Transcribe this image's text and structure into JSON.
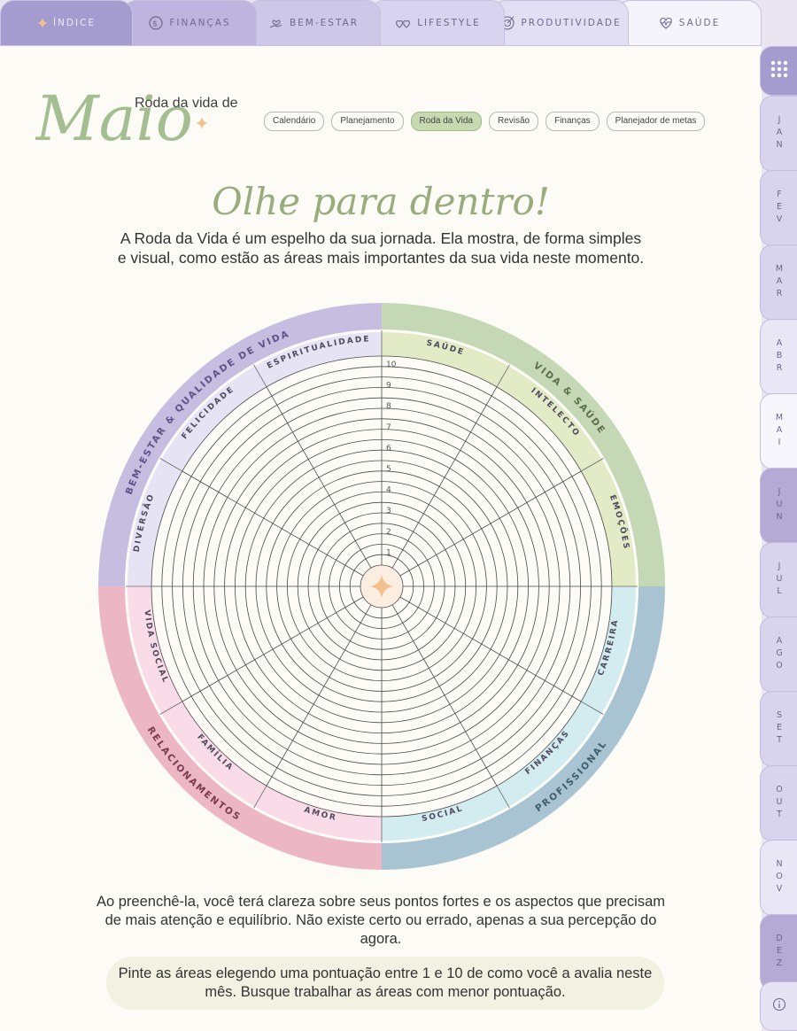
{
  "top_tabs": [
    {
      "label": "ÍNDICE",
      "icon": "sparkle-icon",
      "bg": "#a49ccf",
      "color": "#efeaff"
    },
    {
      "label": "FINANÇAS",
      "icon": "money-icon",
      "bg": "#bdb5e0",
      "color": "#5f5a80"
    },
    {
      "label": "BEM-ESTAR",
      "icon": "hand-heart-icon",
      "bg": "#cdc7e8",
      "color": "#5f5a80"
    },
    {
      "label": "LIFESTYLE",
      "icon": "hearts-icon",
      "bg": "#d8d3ee",
      "color": "#5f5a80"
    },
    {
      "label": "PRODUTIVIDADE",
      "icon": "target-icon",
      "bg": "#e2def3",
      "color": "#5f5a80"
    },
    {
      "label": "SAÚDE",
      "icon": "heartbeat-icon",
      "bg": "#f5f3fb",
      "color": "#5f5a80"
    }
  ],
  "side_tabs": [
    {
      "label": "MENU",
      "icon": "grid-icon"
    },
    {
      "label": "JAN"
    },
    {
      "label": "FEV"
    },
    {
      "label": "MAR"
    },
    {
      "label": "ABR"
    },
    {
      "label": "MAI"
    },
    {
      "label": "JUN"
    },
    {
      "label": "JUL"
    },
    {
      "label": "AGO"
    },
    {
      "label": "SET"
    },
    {
      "label": "OUT"
    },
    {
      "label": "NOV"
    },
    {
      "label": "DEZ"
    },
    {
      "label": "INFO",
      "icon": "info-icon"
    }
  ],
  "header": {
    "script_title": "Maio",
    "title": "Roda da vida de"
  },
  "nav_pills": [
    "Calendário",
    "Planejamento",
    "Roda da Vida",
    "Revisão",
    "Finanças",
    "Planejador de metas"
  ],
  "active_pill": "Roda da Vida",
  "headline": "Olhe para dentro!",
  "intro": "A Roda da Vida é um espelho da sua jornada. Ela mostra, de forma simples e visual, como estão as áreas mais importantes da sua vida neste momento.",
  "wheel": {
    "scale": [
      "1",
      "2",
      "3",
      "4",
      "5",
      "6",
      "7",
      "8",
      "9",
      "10"
    ],
    "groups": [
      {
        "label": "VIDA & SAÚDE",
        "color": "#c5d8b5",
        "text_color": "#5b6f4b"
      },
      {
        "label": "PROFISSIONAL",
        "color": "#a8c4d2",
        "text_color": "#3f5d6c"
      },
      {
        "label": "RELACIONAMENTOS",
        "color": "#ecb6c5",
        "text_color": "#7a3a4e"
      },
      {
        "label": "BEM-ESTAR & QUALIDADE DE VIDA",
        "color": "#c6bde0",
        "text_color": "#5e5488"
      }
    ],
    "areas": [
      {
        "label": "SAÚDE",
        "color": "#e2ebc5"
      },
      {
        "label": "INTELECTO",
        "color": "#e2ebc5"
      },
      {
        "label": "EMOÇÕES",
        "color": "#e2ebc5"
      },
      {
        "label": "CARREIRA",
        "color": "#d2ecef"
      },
      {
        "label": "FINANÇAS",
        "color": "#d2ecef"
      },
      {
        "label": "SOCIAL",
        "color": "#d2ecef"
      },
      {
        "label": "AMOR",
        "color": "#fadce8"
      },
      {
        "label": "FAMÍLIA",
        "color": "#fadce8"
      },
      {
        "label": "VIDA SOCIAL",
        "color": "#fadce8"
      },
      {
        "label": "DIVERSÃO",
        "color": "#e6e3f4"
      },
      {
        "label": "FELICIDADE",
        "color": "#e6e3f4"
      },
      {
        "label": "ESPIRITUALIDADE",
        "color": "#e6e3f4"
      }
    ]
  },
  "outro": "Ao preenchê-la, você terá clareza sobre seus pontos fortes e os aspectos que precisam de mais atenção e equilíbrio. Não existe certo ou errado, apenas a sua percepção do agora.",
  "note": "Pinte as áreas elegendo uma pontuação entre 1 e 10 de como você a avalia neste mês. Busque trabalhar as áreas com menor pontuação.",
  "colors": {
    "page_bg": "#fcfbf6",
    "script_green": "#a3bf92",
    "accent_star": "#f2c08c",
    "active_pill": "#c6d9b0"
  }
}
